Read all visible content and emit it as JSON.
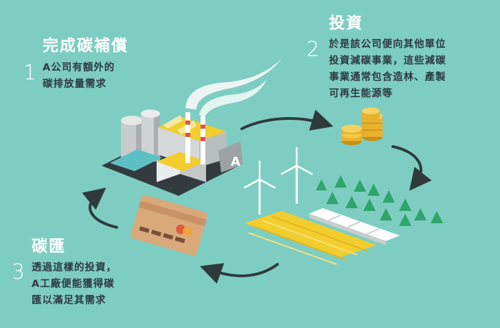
{
  "steps": [
    {
      "number": "1",
      "title": "完成碳補償",
      "description": "A公司有額外的\n碳排放量需求"
    },
    {
      "number": "2",
      "title": "投資",
      "description": "於是該公司便向其他單位\n投資減碳事業，這些減碳\n事業通常包含造林、產製\n可再生能源等"
    },
    {
      "number": "3",
      "title": "碳匯",
      "description": "透過這樣的投資，\nA工廠便能獲得碳\n匯以滿足其需求"
    }
  ],
  "factory_label": "A",
  "colors": {
    "background": "#7ecdc2",
    "text_dark": "#2c3a3e",
    "text_light": "#ffffff",
    "arrow": "#2f3a3c",
    "accent_yellow": "#f2cd2e",
    "tree_green": "#2ea56a",
    "coin_gold": "#e8b12c"
  }
}
